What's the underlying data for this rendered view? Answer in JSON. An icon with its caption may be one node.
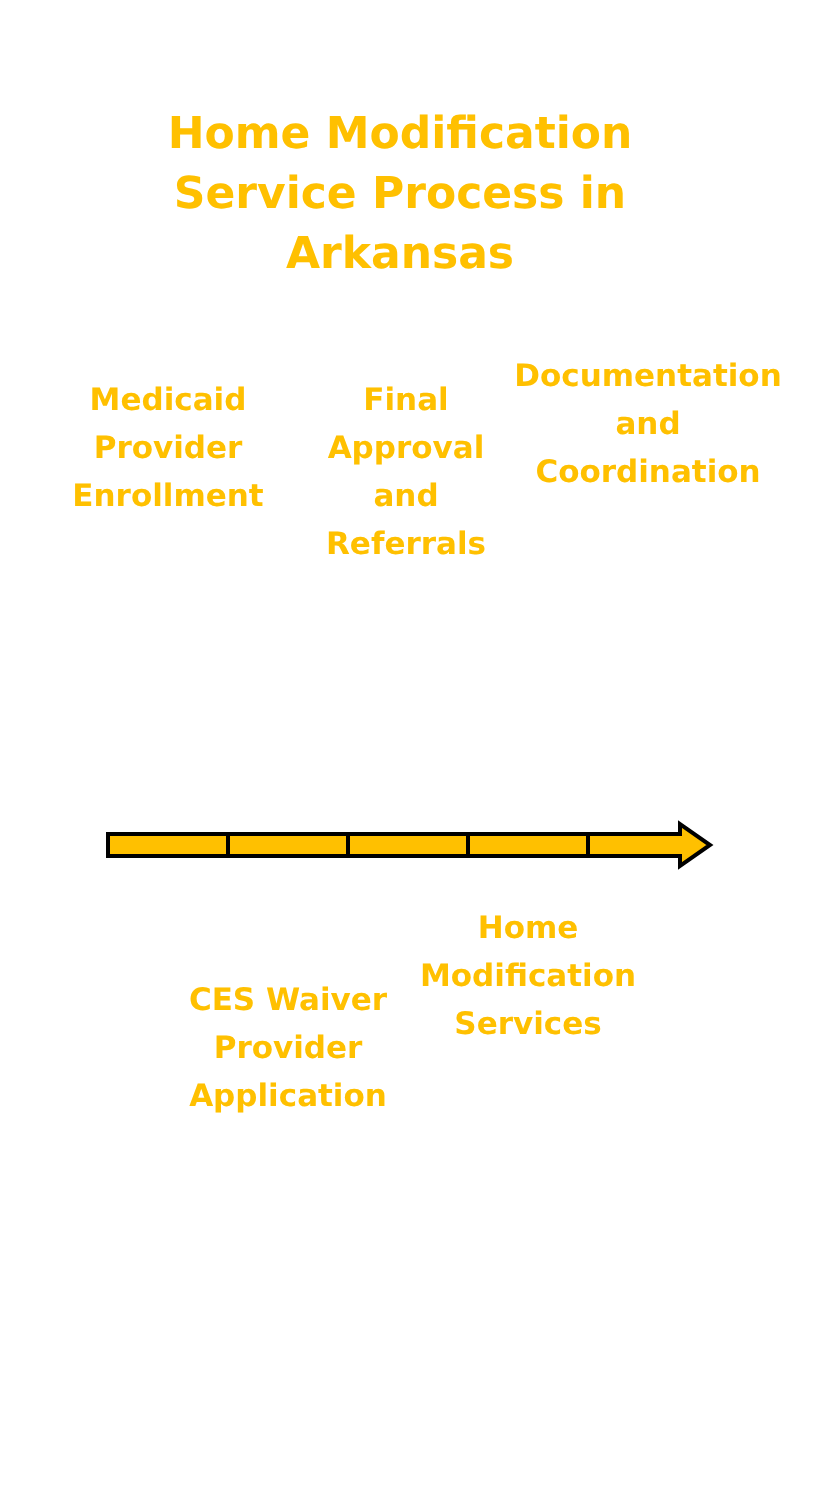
{
  "diagram": {
    "title": "Home Modification Service Process in Arkansas",
    "labels": [
      "Documentation and Coordination",
      "Medicaid Provider Enrollment",
      "Final Approval and Referrals",
      "Home Modification Services",
      "CES Waiver Provider Application"
    ]
  }
}
